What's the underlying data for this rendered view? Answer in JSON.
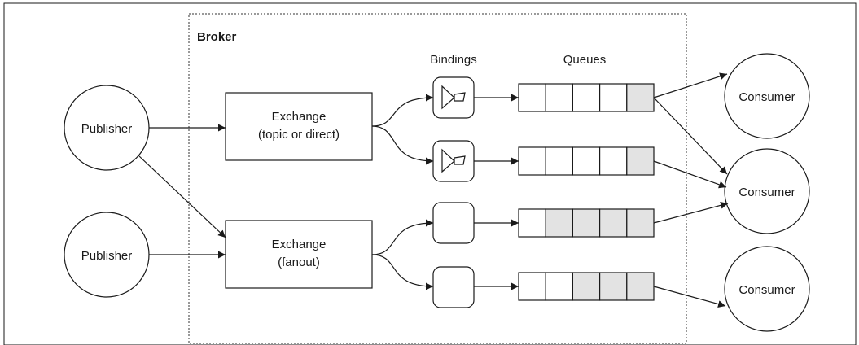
{
  "broker": {
    "label": "Broker"
  },
  "column_headers": {
    "bindings": "Bindings",
    "queues": "Queues"
  },
  "publishers": [
    {
      "label": "Publisher"
    },
    {
      "label": "Publisher"
    }
  ],
  "exchanges": [
    {
      "line1": "Exchange",
      "line2": "(topic or direct)"
    },
    {
      "line1": "Exchange",
      "line2": "(fanout)"
    }
  ],
  "bindings": [
    {
      "icon": "filter-icon"
    },
    {
      "icon": "filter-icon"
    },
    {
      "icon": "none"
    },
    {
      "icon": "none"
    }
  ],
  "queues": [
    {
      "filled_slots": 1,
      "total_slots": 5
    },
    {
      "filled_slots": 1,
      "total_slots": 5
    },
    {
      "filled_slots": 4,
      "total_slots": 5
    },
    {
      "filled_slots": 3,
      "total_slots": 5
    }
  ],
  "consumers": [
    {
      "label": "Consumer"
    },
    {
      "label": "Consumer"
    },
    {
      "label": "Consumer"
    }
  ],
  "colors": {
    "line": "#1a1a1a",
    "filled_slot": "#e3e3e3",
    "background": "#ffffff"
  }
}
